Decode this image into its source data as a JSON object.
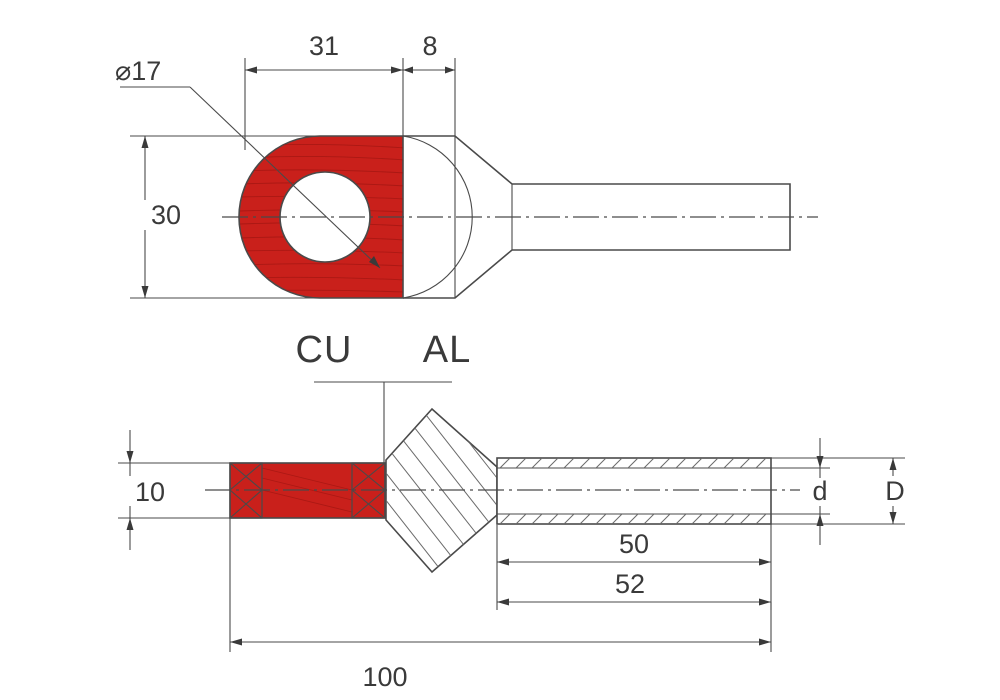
{
  "title": "",
  "colors": {
    "copper": "#c9201b",
    "line": "#4a4a4a",
    "background": "#ffffff"
  },
  "labels": {
    "material_cu": "CU",
    "material_al": "AL"
  },
  "dimensions": {
    "hole_diameter": "⌀17",
    "palm_length": "31",
    "transition_length": "8",
    "palm_width": "30",
    "thickness": "10",
    "barrel_length_inner": "50",
    "barrel_length_outer": "52",
    "overall_length": "100",
    "inner_diameter": "d",
    "outer_diameter": "D"
  }
}
